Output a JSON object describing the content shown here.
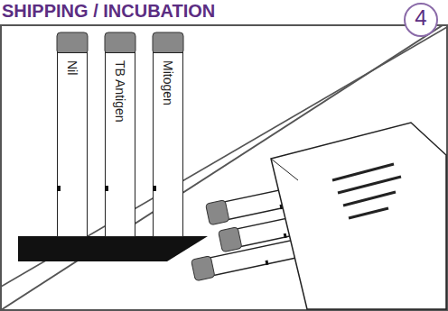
{
  "diagram": {
    "title": "SHIPPING / INCUBATION",
    "nodes": [
      {
        "text": [
          "Nil"
        ]
      },
      {
        "text": [
          "TB Antigen"
        ]
      },
      {
        "text": [
          "Mitogen"
        ]
      }
    ],
    "labels": [
      "4"
    ]
  }
}
